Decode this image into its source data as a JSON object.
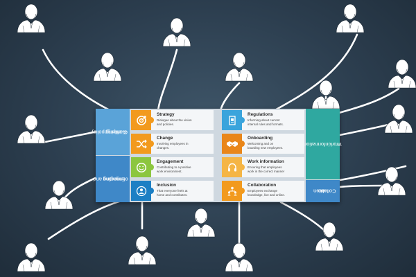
{
  "colors": {
    "background": "#2c3e4f",
    "band_clarifying": "#5aa3d8",
    "band_engaging": "#3f88c8",
    "band_work_information": "#2fa8a0",
    "band_collaboration": "#3f88c8",
    "tile_orange": "#f29a1e",
    "tile_green": "#8cc63f",
    "tile_blue": "#1d7fc4"
  },
  "bands": {
    "clarifying": {
      "line1": "Clarifying policy",
      "line2": "& change"
    },
    "engaging": {
      "line1": "Engaging and",
      "line2": "connecting"
    },
    "work_information": {
      "line1": "Workinformation"
    },
    "collaboration": {
      "line1": "Collabo-",
      "line2": "ration"
    }
  },
  "cards": [
    {
      "title": "Strategy",
      "desc1": "Dialogue about the vision",
      "desc2": "and policies.",
      "icon": "target-icon"
    },
    {
      "title": "Change",
      "desc1": "Involving employees in",
      "desc2": "changes.",
      "icon": "shuffle-icon"
    },
    {
      "title": "Engagement",
      "desc1": "Contributing to a positive",
      "desc2": "work environment.",
      "icon": "smiley-icon"
    },
    {
      "title": "Inclusion",
      "desc1": "That everyone feels at",
      "desc2": "home and contributes.",
      "icon": "person-icon"
    },
    {
      "title": "Regulations",
      "desc1": "Informing about current",
      "desc2": "internal rules and formats.",
      "icon": "document-icon"
    },
    {
      "title": "Onboarding",
      "desc1": "Welcoming and on",
      "desc2": "boarding new employees.",
      "icon": "handshake-icon"
    },
    {
      "title": "Work information",
      "desc1": "Ensuring that employees",
      "desc2": "work in the correct manner",
      "icon": "headset-icon"
    },
    {
      "title": "Collaboration",
      "desc1": "Employees exchange",
      "desc2": "knowledge, live and online.",
      "icon": "team-icon"
    }
  ]
}
